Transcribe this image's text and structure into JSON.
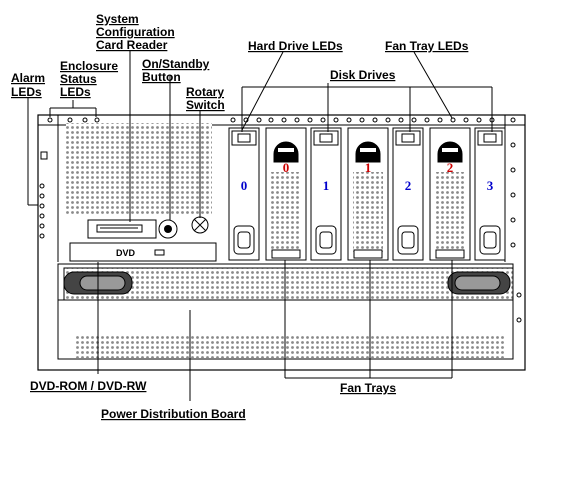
{
  "labels": {
    "alarm_leds": [
      "Alarm",
      "LEDs"
    ],
    "enclosure_status_leds": [
      "Enclosure",
      "Status",
      "LEDs"
    ],
    "system_config_card_reader": [
      "System",
      "Configuration",
      "Card Reader"
    ],
    "on_standby_button": [
      "On/Standby",
      "Button"
    ],
    "rotary_switch": [
      "Rotary",
      "Switch"
    ],
    "hard_drive_leds": "Hard Drive LEDs",
    "fan_tray_leds": "Fan Tray LEDs",
    "disk_drives": "Disk Drives",
    "fan_trays": "Fan Trays",
    "dvd_rom_rw": "DVD-ROM / DVD-RW",
    "power_distribution_board": "Power Distribution Board"
  },
  "dvd_logo": "DVD",
  "disk_slots": [
    "0",
    "1",
    "2",
    "3"
  ],
  "fan_slots": [
    "0",
    "1",
    "2"
  ],
  "colors": {
    "disk_number": "#0000cc",
    "fan_number": "#cc0000",
    "line": "#000000",
    "chassis": "#ffffff"
  }
}
